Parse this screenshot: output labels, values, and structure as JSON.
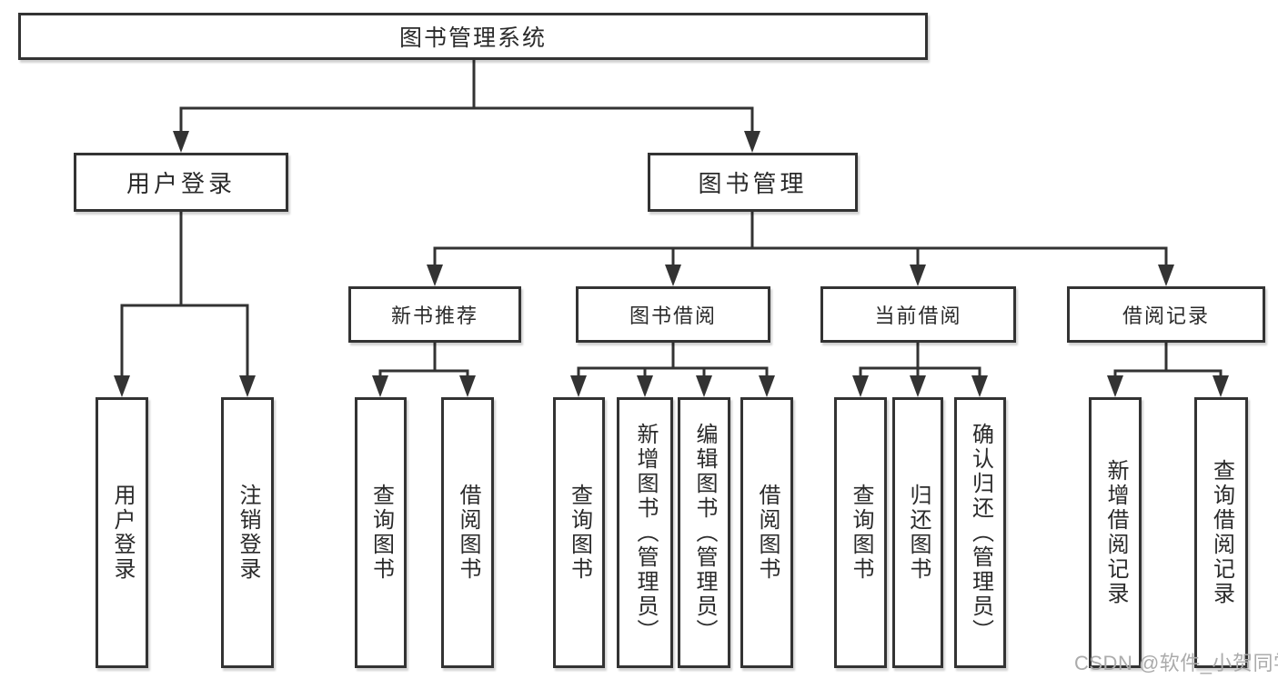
{
  "diagram": {
    "root": {
      "label": "图书管理系统"
    },
    "level1": [
      {
        "label": "用户登录"
      },
      {
        "label": "图书管理"
      }
    ],
    "level2": [
      {
        "label": "新书推荐"
      },
      {
        "label": "图书借阅"
      },
      {
        "label": "当前借阅"
      },
      {
        "label": "借阅记录"
      }
    ],
    "leaves": {
      "user_login": [
        "用户登录",
        "注销登录"
      ],
      "new_books": [
        "查询图书",
        "借阅图书"
      ],
      "book_borrowing": [
        "查询图书",
        "新增图书（管理员）",
        "编辑图书（管理员）",
        "借阅图书"
      ],
      "current_borrowing": [
        "查询图书",
        "归还图书",
        "确认归还（管理员）"
      ],
      "borrowing_records": [
        "新增借阅记录",
        "查询借阅记录"
      ]
    }
  },
  "watermark": {
    "text": "CSDN @软件_小贺同学"
  },
  "colors": {
    "line": "#333333",
    "box_border": "#333333",
    "text": "#2a2a2a",
    "watermark": "#ababab",
    "background": "#ffffff"
  }
}
